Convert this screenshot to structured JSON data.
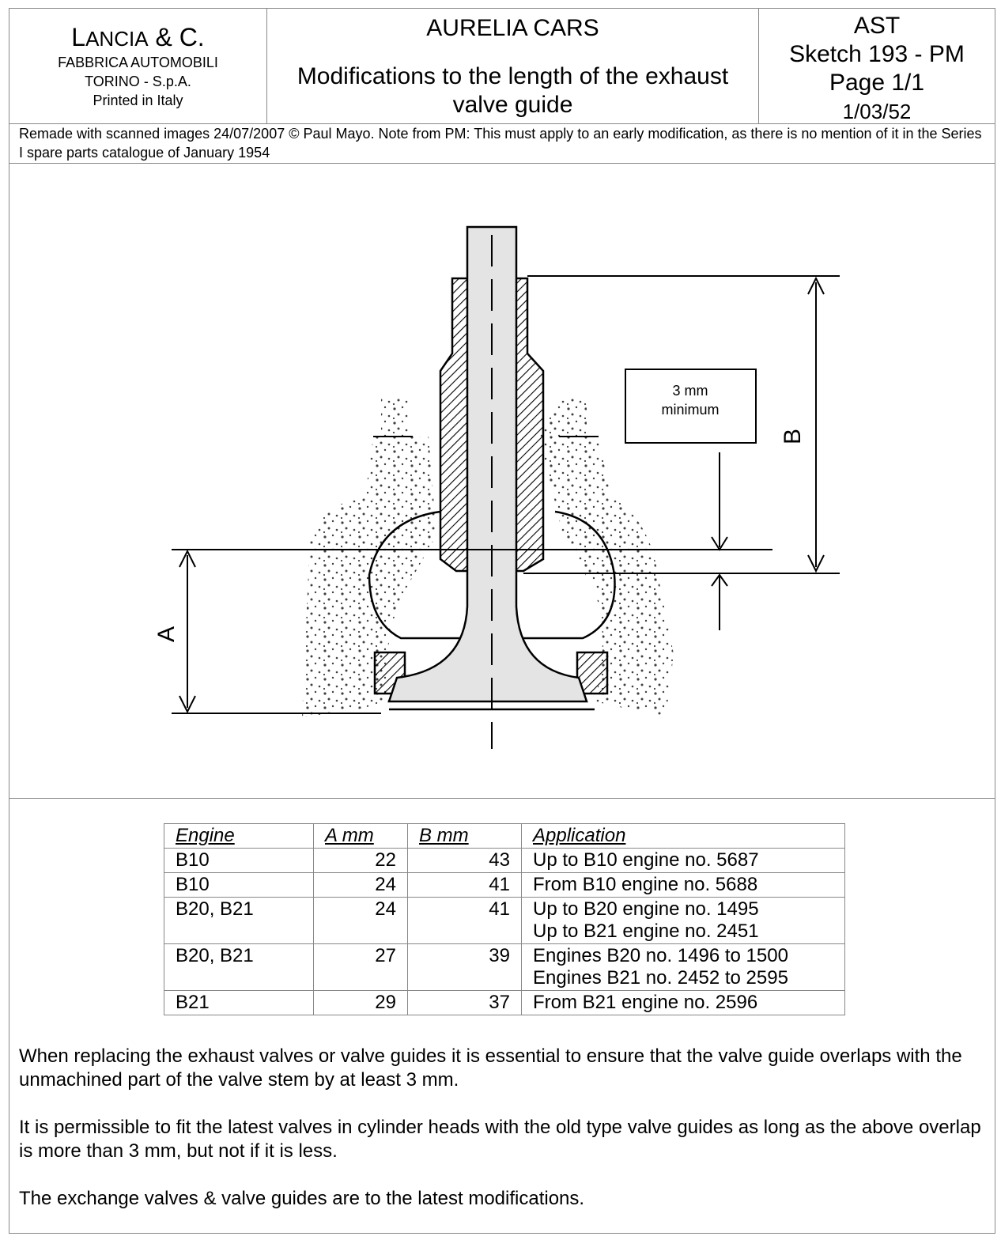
{
  "header": {
    "company_l": "L",
    "company_rest": "ANCIA",
    "company_amp": " & C.",
    "fabbrica": "FABBRICA AUTOMOBILI",
    "torino": "TORINO - S.p.A.",
    "printed": "Printed in Italy",
    "series": "AURELIA CARS",
    "subject": "Modifications to the length of the exhaust valve guide",
    "code": "AST",
    "sketch": "Sketch 193 - PM",
    "page": "Page 1/1",
    "date": "1/03/52"
  },
  "note": "Remade with scanned images 24/07/2007  © Paul Mayo.  Note from PM:  This must apply to an early modification, as there is no mention of it in the Series I spare parts catalogue of January 1954",
  "drawing": {
    "label_a": "A",
    "label_b": "B",
    "box_line1": "3 mm",
    "box_line2": "minimum"
  },
  "table": {
    "headers": [
      "Engine",
      "A mm",
      "B mm",
      "Application"
    ],
    "rows": [
      {
        "engine": "B10",
        "a": "22",
        "b": "43",
        "app1": "Up to B10 engine no. 5687",
        "app2": ""
      },
      {
        "engine": "B10",
        "a": "24",
        "b": "41",
        "app1": "From B10 engine no. 5688",
        "app2": ""
      },
      {
        "engine": "B20, B21",
        "a": "24",
        "b": "41",
        "app1": "Up to B20 engine no. 1495",
        "app2": "Up to B21 engine no. 2451"
      },
      {
        "engine": "B20, B21",
        "a": "27",
        "b": "39",
        "app1": "Engines B20 no. 1496 to 1500",
        "app2": "Engines B21 no. 2452 to 2595"
      },
      {
        "engine": "B21",
        "a": "29",
        "b": "37",
        "app1": "From B21 engine no. 2596",
        "app2": ""
      }
    ]
  },
  "paragraphs": [
    "When replacing the exhaust valves or valve guides it is essential to ensure that the valve guide overlaps with the unmachined part of the valve stem by at least 3 mm.",
    "It is permissible to fit the latest valves in cylinder heads with the old type valve guides as long as the above overlap is more than 3 mm, but not if it is less.",
    "The exchange valves & valve guides are to the latest modifications."
  ]
}
